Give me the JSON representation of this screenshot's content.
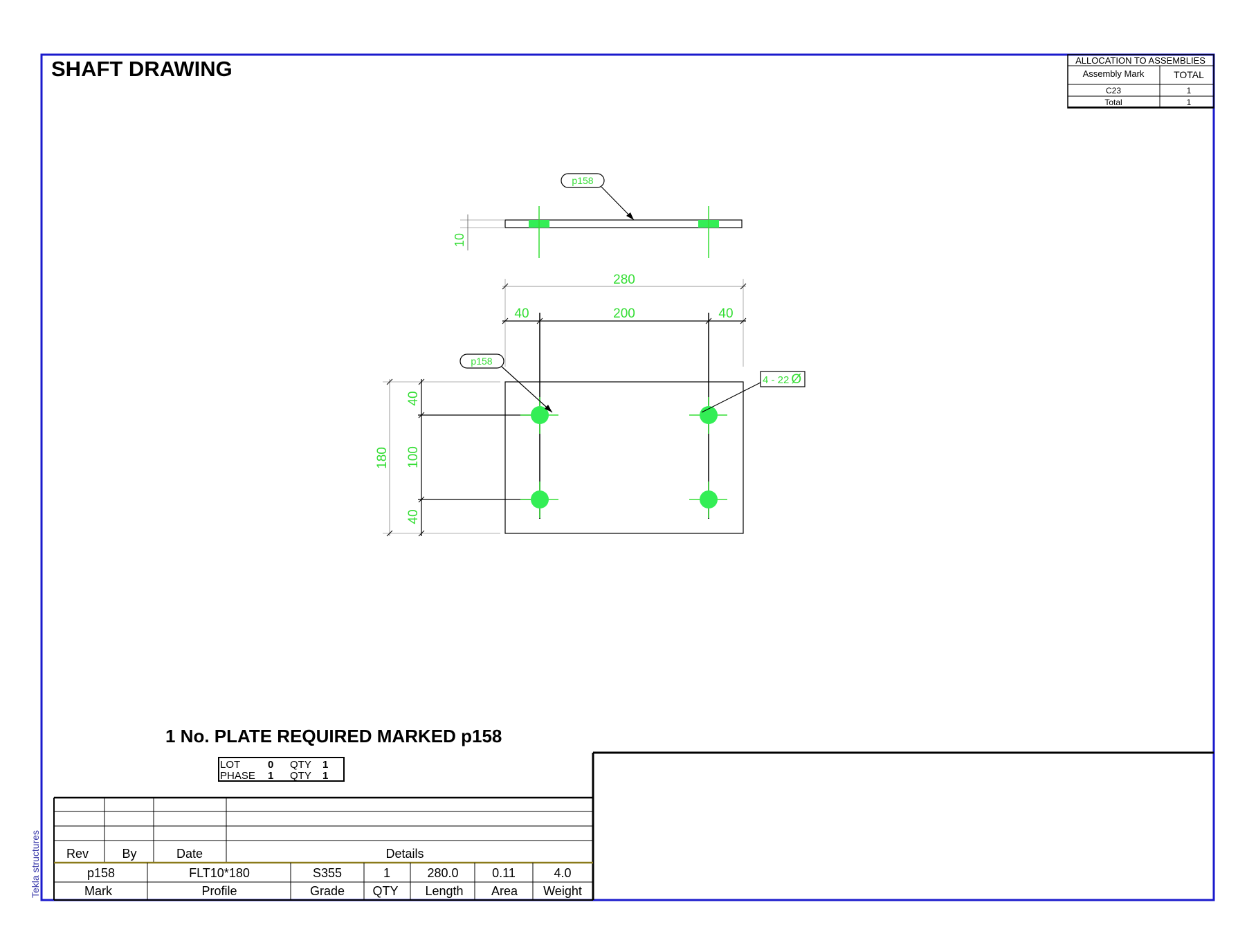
{
  "title": "SHAFT DRAWING",
  "side_label": "Tekla structures",
  "allocation": {
    "header": "ALLOCATION TO ASSEMBLIES",
    "col_mark": "Assembly Mark",
    "col_total": "TOTAL",
    "rows": [
      {
        "mark": "C23",
        "total": "1"
      },
      {
        "mark": "Total",
        "total": "1"
      }
    ]
  },
  "drawing": {
    "part_mark": "p158",
    "thickness": "10",
    "overall_length": "280",
    "dim_left": "40",
    "dim_mid": "200",
    "dim_right": "40",
    "hole_note": "4 - 22",
    "diameter_symbol": "Ø",
    "height_overall": "180",
    "dim_top": "40",
    "dim_middle": "100",
    "dim_bottom": "40"
  },
  "required_text": "1 No. PLATE REQUIRED MARKED p158",
  "lot_box": {
    "lot_label": "LOT",
    "lot_value": "0",
    "lot_qty_label": "QTY",
    "lot_qty_value": "1",
    "phase_label": "PHASE",
    "phase_value": "1",
    "phase_qty_label": "QTY",
    "phase_qty_value": "1"
  },
  "revision_table": {
    "headers": [
      "Rev",
      "By",
      "Date",
      "Details"
    ]
  },
  "part_table": {
    "values": [
      "p158",
      "FLT10*180",
      "S355",
      "1",
      "280.0",
      "0.11",
      "4.0"
    ],
    "headers": [
      "Mark",
      "Profile",
      "Grade",
      "QTY",
      "Length",
      "Area",
      "Weight"
    ]
  },
  "colors": {
    "frame": "#1a1acc",
    "dimension": "#33dd33",
    "hole": "#33ee55",
    "line": "#000000"
  }
}
